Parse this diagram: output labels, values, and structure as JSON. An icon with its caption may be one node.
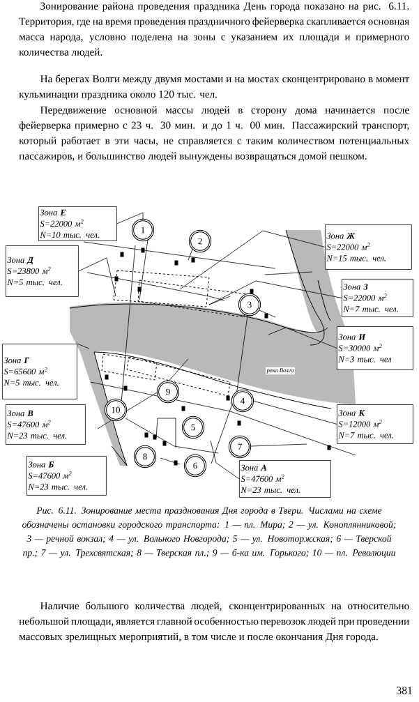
{
  "diagram": {
    "caption": "Рис. 6.11. Зонирование места празднования Дня города в Твери. Числами на схеме обозначены остановки городского транспорта: 1 — пл. Мира; 2 — ул. Коноплянниковой; 3 — речной вокзал; 4 — ул. Вольного Новгорода; 5 — ул. Новоторжская; 6 — Тверской пр.; 7 — ул. Трехсвятская; 8 — Тверская пл.; 9 — б-ка им. Горького; 10 — пл. Революции",
    "nodes": [
      {
        "text": [
          "Зона **Е**",
          "S=22000 м$^{2}$",
          "N=10 тыс. чел."
        ]
      },
      {
        "text": [
          "1"
        ]
      },
      {
        "text": [
          "2"
        ]
      },
      {
        "text": [
          "Зона **Ж**",
          "S=22000 м$^{2}$",
          "N=15 тыс. чел."
        ]
      },
      {
        "text": [
          "Зона **Д**",
          "S=23800 м$^{2}$",
          "N=5 тыс. чел."
        ]
      },
      {
        "text": [
          "Зона **З**",
          "S=22000 м$^{2}$",
          "N=7 тыс. чел."
        ]
      },
      {
        "text": [
          "3"
        ]
      },
      {
        "text": [
          "Зона **И**",
          "S=30000 м$^{2}$",
          "N=3 тыс. чел"
        ]
      },
      {
        "text": [
          "Зона **Г**",
          "S=65600 м$^{2}$",
          "N=5 тыс. чел."
        ]
      },
      {
        "text": [
          "9"
        ]
      },
      {
        "text": [
          "4"
        ]
      },
      {
        "text": [
          "10"
        ]
      },
      {
        "text": [
          "Зона **В**",
          "S=47600 м$^{2}$",
          "N=23 тыс. чел."
        ]
      },
      {
        "text": [
          "Зона **К**",
          "S=12000 м$^{2}$",
          "N=7 тыс. чел."
        ]
      },
      {
        "text": [
          "5"
        ]
      },
      {
        "text": [
          "7"
        ]
      },
      {
        "text": [
          "8"
        ]
      },
      {
        "text": [
          "6"
        ]
      },
      {
        "text": [
          "Зона **Б**",
          "S=47600 м$^{2}$",
          "N=23 тыс. чел."
        ]
      },
      {
        "text": [
          "Зона **А**",
          "S=47600 м$^{2}$",
          "N=23 тыс. чел."
        ]
      }
    ],
    "edges": [
      {
        "from": 0,
        "to": 1,
        "arrow": "none"
      },
      {
        "from": 2,
        "to": null,
        "arrow": "none"
      },
      {
        "from": 3,
        "to": null,
        "arrow": "none"
      },
      {
        "from": 4,
        "to": null,
        "arrow": "none"
      },
      {
        "from": 5,
        "to": null,
        "arrow": "none"
      },
      {
        "from": 7,
        "to": null,
        "arrow": "none"
      },
      {
        "from": 8,
        "to": null,
        "arrow": "none"
      },
      {
        "from": 13,
        "to": 10,
        "arrow": "none"
      },
      {
        "from": 19,
        "to": null,
        "arrow": "none"
      }
    ],
    "labels": [
      "Зонирование района проведения праздника День города показано на рис. 6.11. Территория, где на время проведения праздничного фейерверка скапливается основная масса народа, условно поделена на зоны с указанием их площади и примерного количества людей.",
      "На берегах Волги между двумя мостами и на мостах сконцентрировано в момент кульминации праздника около 120 тыс. чел.",
      "Передвижение основной массы людей в сторону дома начинается после фейерверка примерно с 23 ч. 30 мин. и до 1 ч. 00 мин. Пассажирский транспорт, который работает в эти часы, не справляется с таким количеством потенциальных пассажиров, и большинство людей вынуждены возвращаться домой пешком.",
      "река Волга",
      "Наличие большого количества людей, сконцентрированных на относительно небольшой площади, является главной особенностью перевозок людей при проведении массовых зрелищных мероприятий, в том числе и после окончания Дня города.",
      "381"
    ]
  }
}
